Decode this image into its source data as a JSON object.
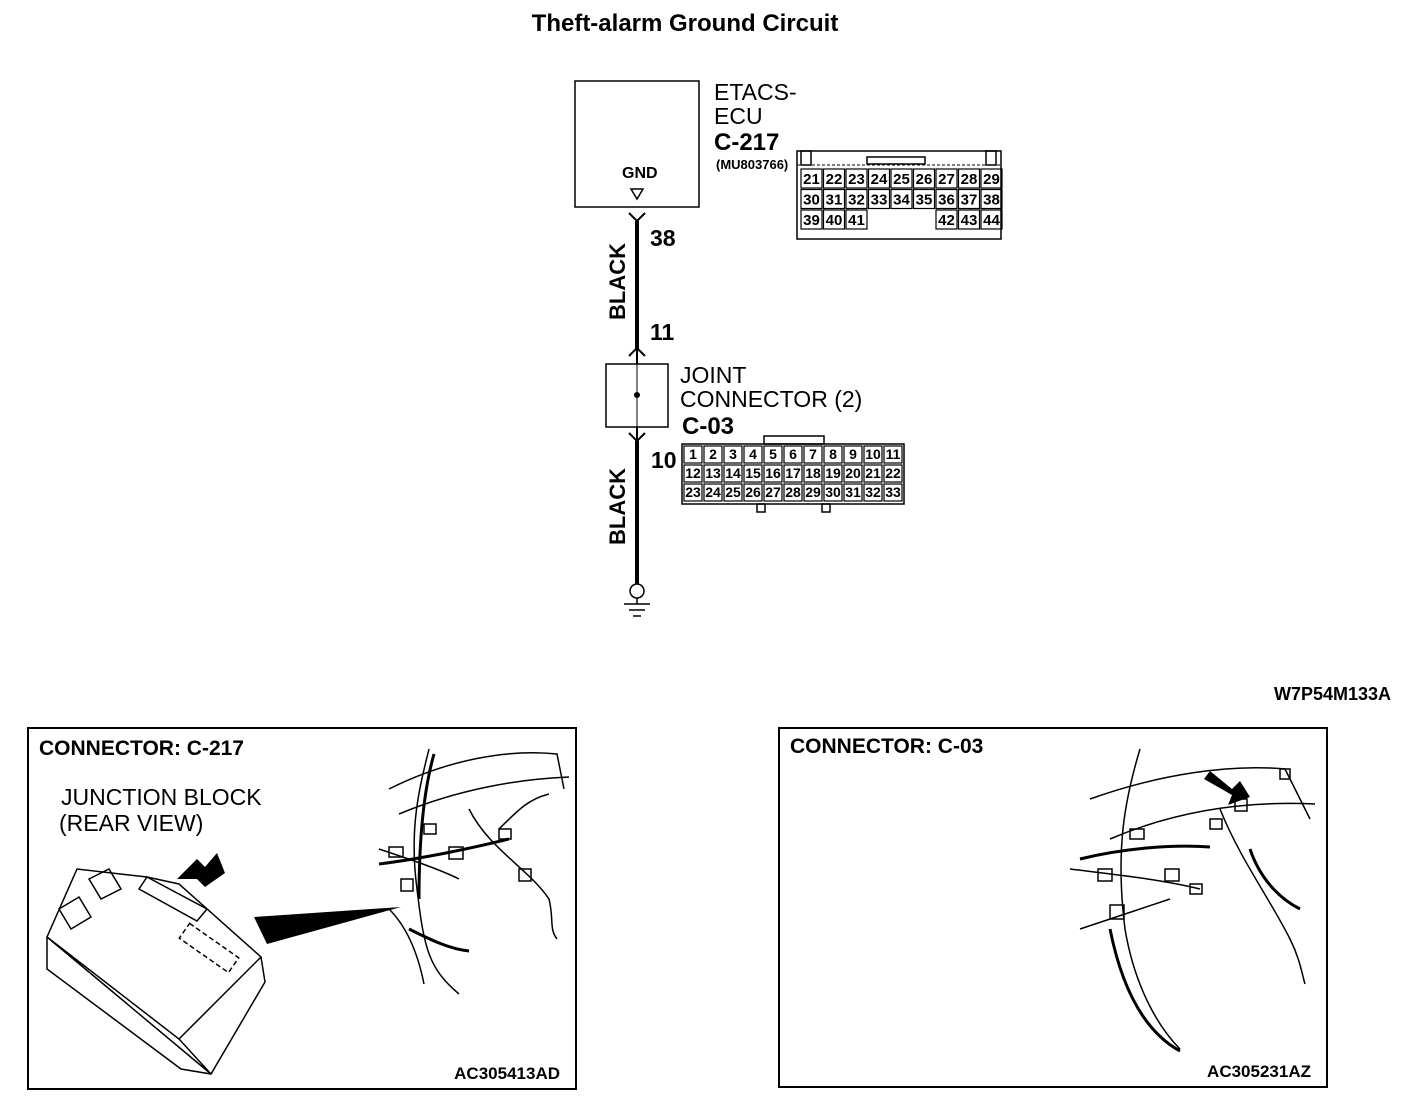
{
  "title": "Theft-alarm Ground Circuit",
  "ecu": {
    "name_line1": "ETACS-",
    "name_line2": "ECU",
    "connector": "C-217",
    "part_number": "(MU803766)",
    "terminal_label": "GND",
    "pin_rows": [
      [
        "21",
        "22",
        "23",
        "24",
        "25",
        "26",
        "27",
        "28",
        "29"
      ],
      [
        "30",
        "31",
        "32",
        "33",
        "34",
        "35",
        "36",
        "37",
        "38"
      ],
      [
        "39",
        "40",
        "41",
        "",
        "",
        "",
        "42",
        "43",
        "44"
      ]
    ]
  },
  "wire_top": {
    "pin_top": "38",
    "color": "BLACK",
    "pin_bottom": "11"
  },
  "joint": {
    "name_line1": "JOINT",
    "name_line2": "CONNECTOR (2)",
    "connector": "C-03",
    "pin_rows": [
      [
        "1",
        "2",
        "3",
        "4",
        "5",
        "6",
        "7",
        "8",
        "9",
        "10",
        "11"
      ],
      [
        "12",
        "13",
        "14",
        "15",
        "16",
        "17",
        "18",
        "19",
        "20",
        "21",
        "22"
      ],
      [
        "23",
        "24",
        "25",
        "26",
        "27",
        "28",
        "29",
        "30",
        "31",
        "32",
        "33"
      ]
    ]
  },
  "wire_bottom": {
    "pin_top": "10",
    "color": "BLACK"
  },
  "figure_code": "W7P54M133A",
  "panel_left": {
    "title": "CONNECTOR: C-217",
    "caption_line1": "JUNCTION BLOCK",
    "caption_line2": "(REAR VIEW)",
    "code": "AC305413AD"
  },
  "panel_right": {
    "title": "CONNECTOR: C-03",
    "code": "AC305231AZ"
  }
}
